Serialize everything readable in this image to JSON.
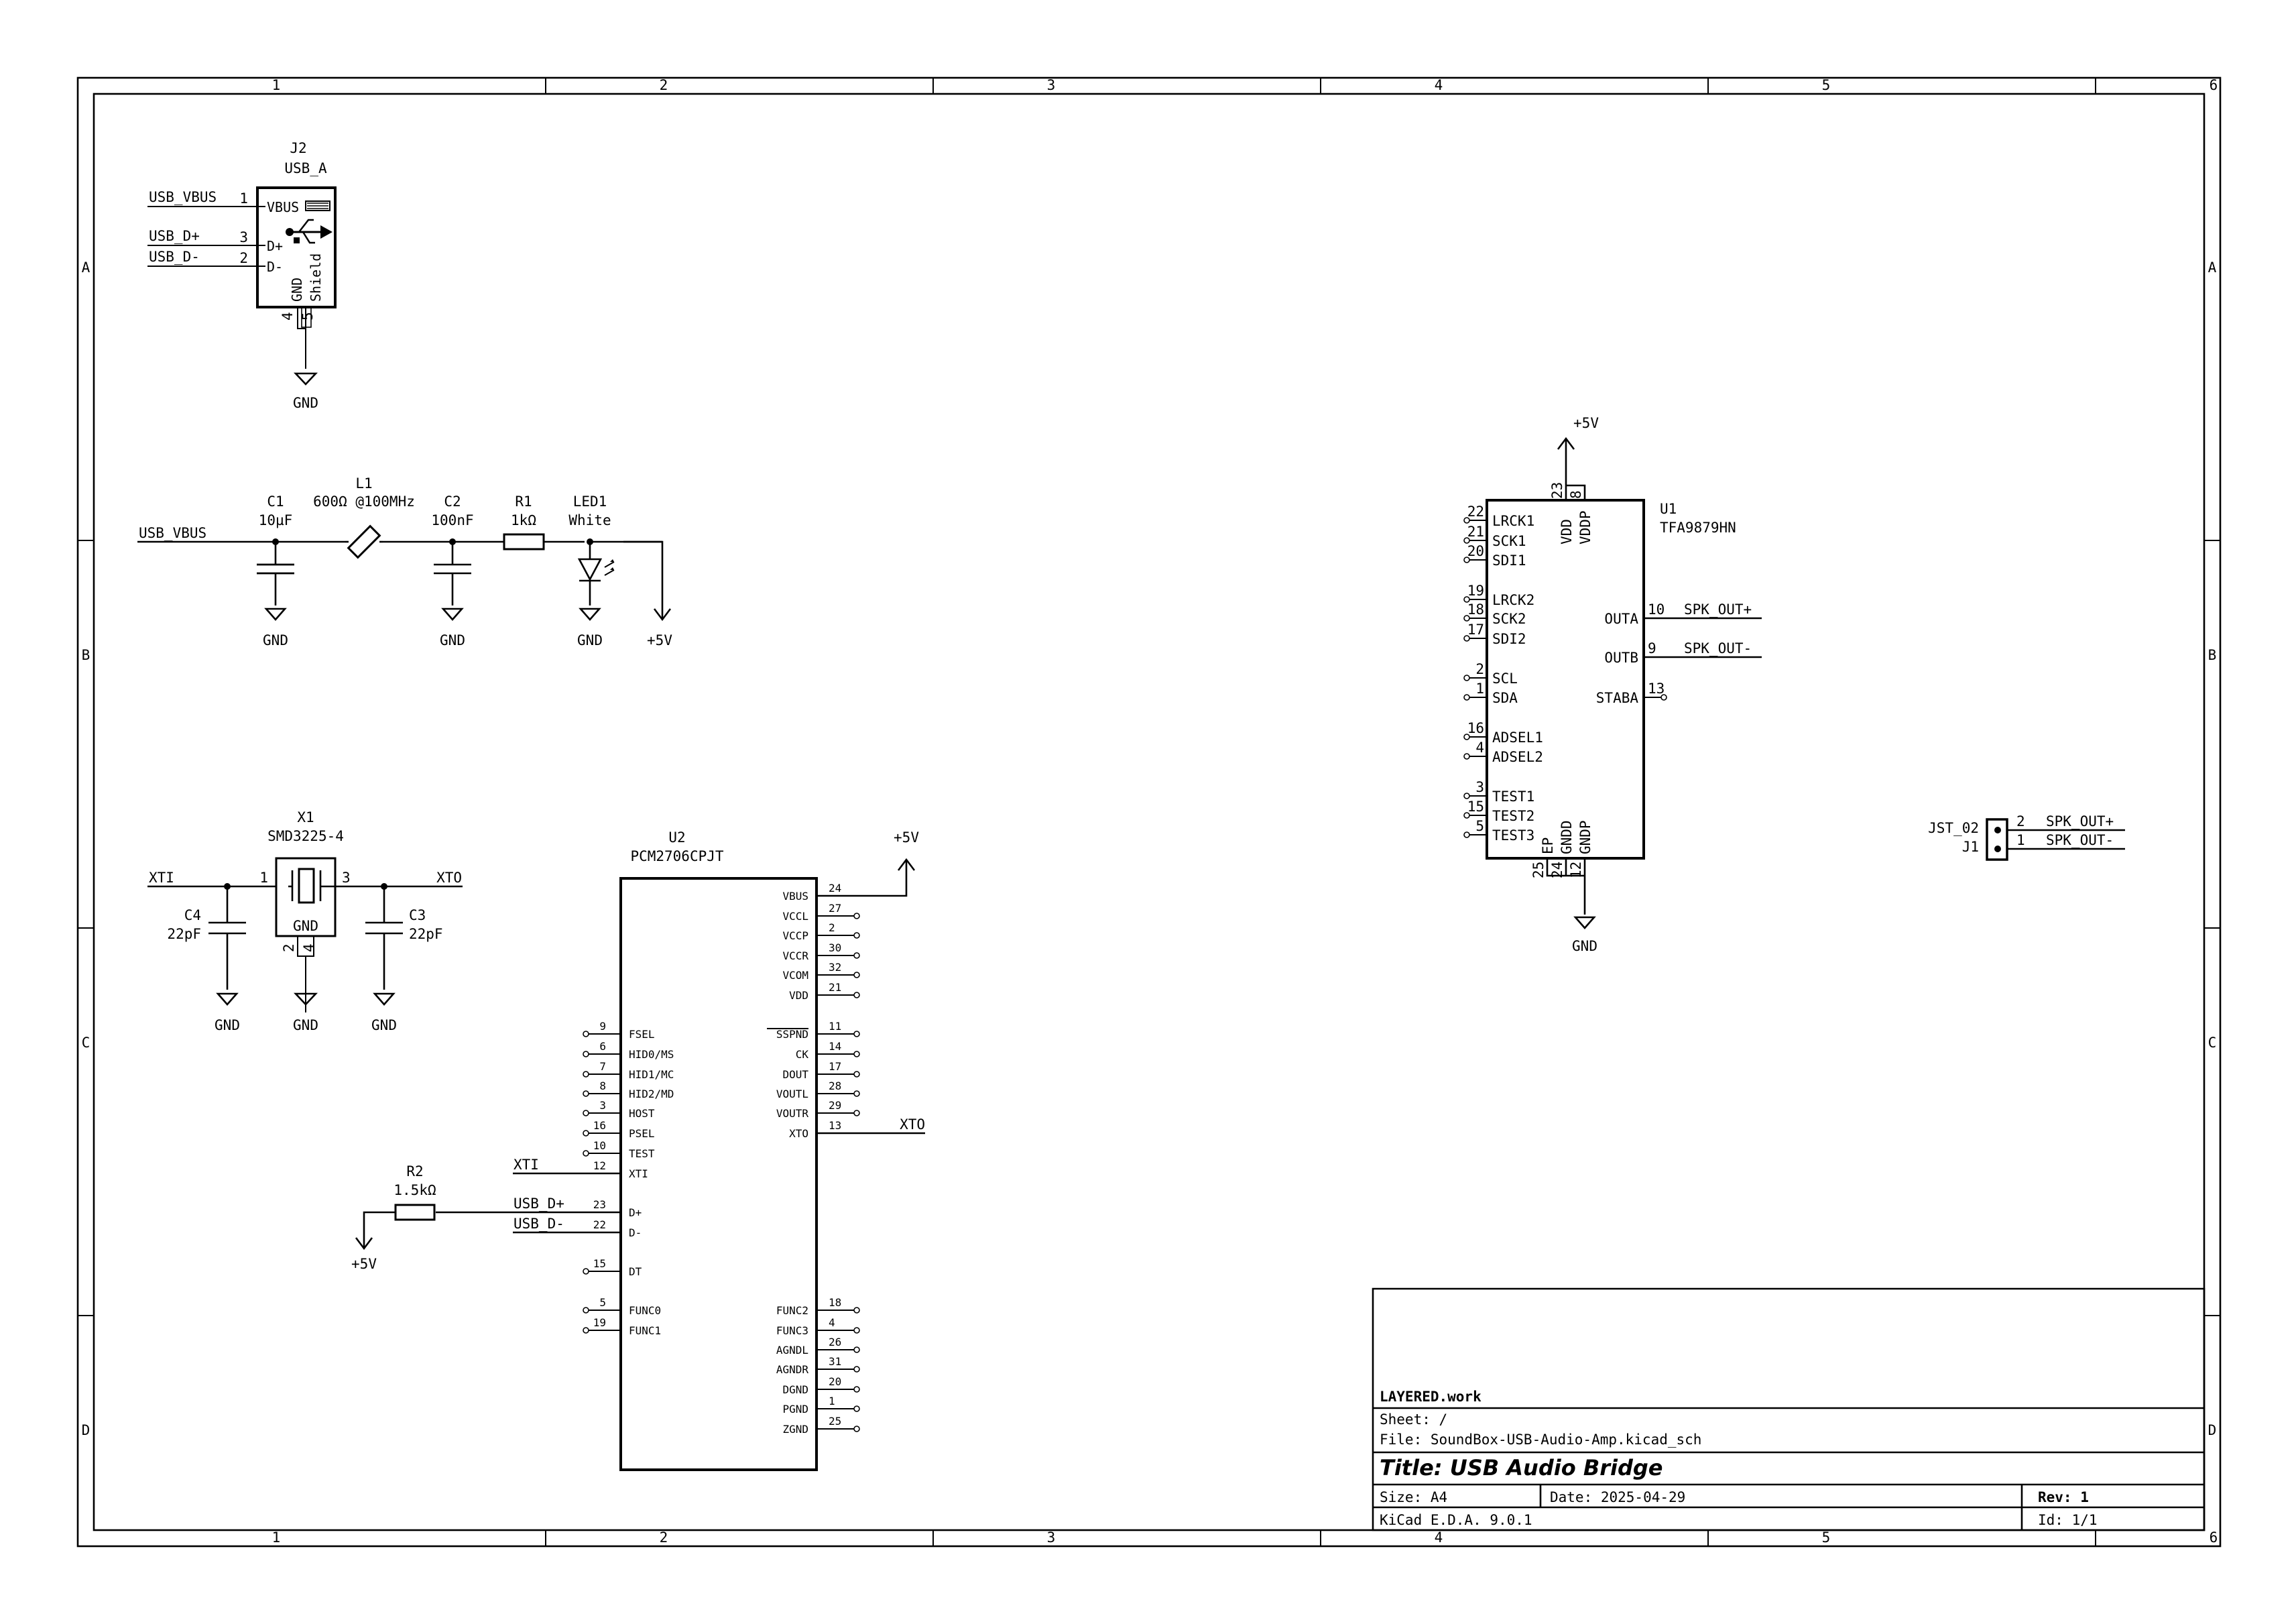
{
  "border": {
    "columns": [
      "1",
      "2",
      "3",
      "4",
      "5",
      "6"
    ],
    "rows": [
      "A",
      "B",
      "C",
      "D"
    ]
  },
  "title_block": {
    "company": "LAYERED.work",
    "sheet": "Sheet: /",
    "file": "File: SoundBox-USB-Audio-Amp.kicad_sch",
    "title": "Title: USB Audio Bridge",
    "size": "Size: A4",
    "date": "Date: 2025-04-29",
    "rev": "Rev: 1",
    "tool": "KiCad E.D.A. 9.0.1",
    "id": "Id: 1/1"
  },
  "j2": {
    "ref": "J2",
    "value": "USB_A",
    "pins": {
      "vbus": "VBUS",
      "dp": "D+",
      "dm": "D-",
      "gnd": "GND",
      "shield": "Shield"
    },
    "pin_nums": {
      "p1": "1",
      "p3": "3",
      "p2": "2",
      "p4": "4",
      "p5": "5"
    },
    "nets": {
      "vbus": "USB_VBUS",
      "dp": "USB_D+",
      "dm": "USB_D-"
    }
  },
  "filter": {
    "net_in": "USB_VBUS",
    "c1": {
      "ref": "C1",
      "value": "10µF"
    },
    "l1": {
      "ref": "L1",
      "value": "600Ω @100MHz"
    },
    "c2": {
      "ref": "C2",
      "value": "100nF"
    },
    "r1": {
      "ref": "R1",
      "value": "1kΩ"
    },
    "led1": {
      "ref": "LED1",
      "value": "White"
    }
  },
  "power": {
    "gnd": "GND",
    "p5v": "+5V"
  },
  "crystal": {
    "x1": {
      "ref": "X1",
      "value": "SMD3225-4",
      "inner": "GND"
    },
    "c4": {
      "ref": "C4",
      "value": "22pF"
    },
    "c3": {
      "ref": "C3",
      "value": "22pF"
    },
    "net_xti": "XTI",
    "net_xto": "XTO",
    "pins": {
      "p1": "1",
      "p3": "3",
      "p2": "2",
      "p4": "4"
    }
  },
  "u2": {
    "ref": "U2",
    "value": "PCM2706CPJT",
    "left_pins": [
      {
        "name": "FSEL",
        "num": "9"
      },
      {
        "name": "HID0/MS",
        "num": "6"
      },
      {
        "name": "HID1/MC",
        "num": "7"
      },
      {
        "name": "HID2/MD",
        "num": "8"
      },
      {
        "name": "HOST",
        "num": "3"
      },
      {
        "name": "PSEL",
        "num": "16"
      },
      {
        "name": "TEST",
        "num": "10"
      },
      {
        "name": "XTI",
        "num": "12"
      },
      {
        "name": "D+",
        "num": "23"
      },
      {
        "name": "D-",
        "num": "22"
      },
      {
        "name": "DT",
        "num": "15"
      },
      {
        "name": "FUNC0",
        "num": "5"
      },
      {
        "name": "FUNC1",
        "num": "19"
      }
    ],
    "right_pins": [
      {
        "name": "VBUS",
        "num": "24"
      },
      {
        "name": "VCCL",
        "num": "27"
      },
      {
        "name": "VCCP",
        "num": "2"
      },
      {
        "name": "VCCR",
        "num": "30"
      },
      {
        "name": "VCOM",
        "num": "32"
      },
      {
        "name": "VDD",
        "num": "21"
      },
      {
        "name": "SSPND",
        "num": "11"
      },
      {
        "name": "CK",
        "num": "14"
      },
      {
        "name": "DOUT",
        "num": "17"
      },
      {
        "name": "VOUTL",
        "num": "28"
      },
      {
        "name": "VOUTR",
        "num": "29"
      },
      {
        "name": "XTO",
        "num": "13"
      },
      {
        "name": "FUNC2",
        "num": "18"
      },
      {
        "name": "FUNC3",
        "num": "4"
      },
      {
        "name": "AGNDL",
        "num": "26"
      },
      {
        "name": "AGNDR",
        "num": "31"
      },
      {
        "name": "DGND",
        "num": "20"
      },
      {
        "name": "PGND",
        "num": "1"
      },
      {
        "name": "ZGND",
        "num": "25"
      }
    ],
    "nets": {
      "xti": "XTI",
      "dp": "USB_D+",
      "dm": "USB_D-",
      "xto": "XTO"
    }
  },
  "r2": {
    "ref": "R2",
    "value": "1.5kΩ"
  },
  "u1": {
    "ref": "U1",
    "value": "TFA9879HN",
    "left_pins": [
      {
        "name": "LRCK1",
        "num": "22"
      },
      {
        "name": "SCK1",
        "num": "21"
      },
      {
        "name": "SDI1",
        "num": "20"
      },
      {
        "name": "LRCK2",
        "num": "19"
      },
      {
        "name": "SCK2",
        "num": "18"
      },
      {
        "name": "SDI2",
        "num": "17"
      },
      {
        "name": "SCL",
        "num": "2"
      },
      {
        "name": "SDA",
        "num": "1"
      },
      {
        "name": "ADSEL1",
        "num": "16"
      },
      {
        "name": "ADSEL2",
        "num": "4"
      },
      {
        "name": "TEST1",
        "num": "3"
      },
      {
        "name": "TEST2",
        "num": "15"
      },
      {
        "name": "TEST3",
        "num": "5"
      }
    ],
    "right_pins": [
      {
        "name": "OUTA",
        "num": "10"
      },
      {
        "name": "OUTB",
        "num": "9"
      },
      {
        "name": "STABA",
        "num": "13"
      }
    ],
    "top_pins": [
      {
        "name": "VDD",
        "num": "23"
      },
      {
        "name": "VDDP",
        "num": "8"
      }
    ],
    "bottom_pins": [
      {
        "name": "EP",
        "num": "25"
      },
      {
        "name": "GNDD",
        "num": "24"
      },
      {
        "name": "GNDP",
        "num": "12"
      }
    ],
    "nets": {
      "outa": "SPK_OUT+",
      "outb": "SPK_OUT-"
    }
  },
  "j1": {
    "ref": "J1",
    "value": "JST_02",
    "pins": [
      {
        "num": "2",
        "net": "SPK_OUT+"
      },
      {
        "num": "1",
        "net": "SPK_OUT-"
      }
    ]
  }
}
